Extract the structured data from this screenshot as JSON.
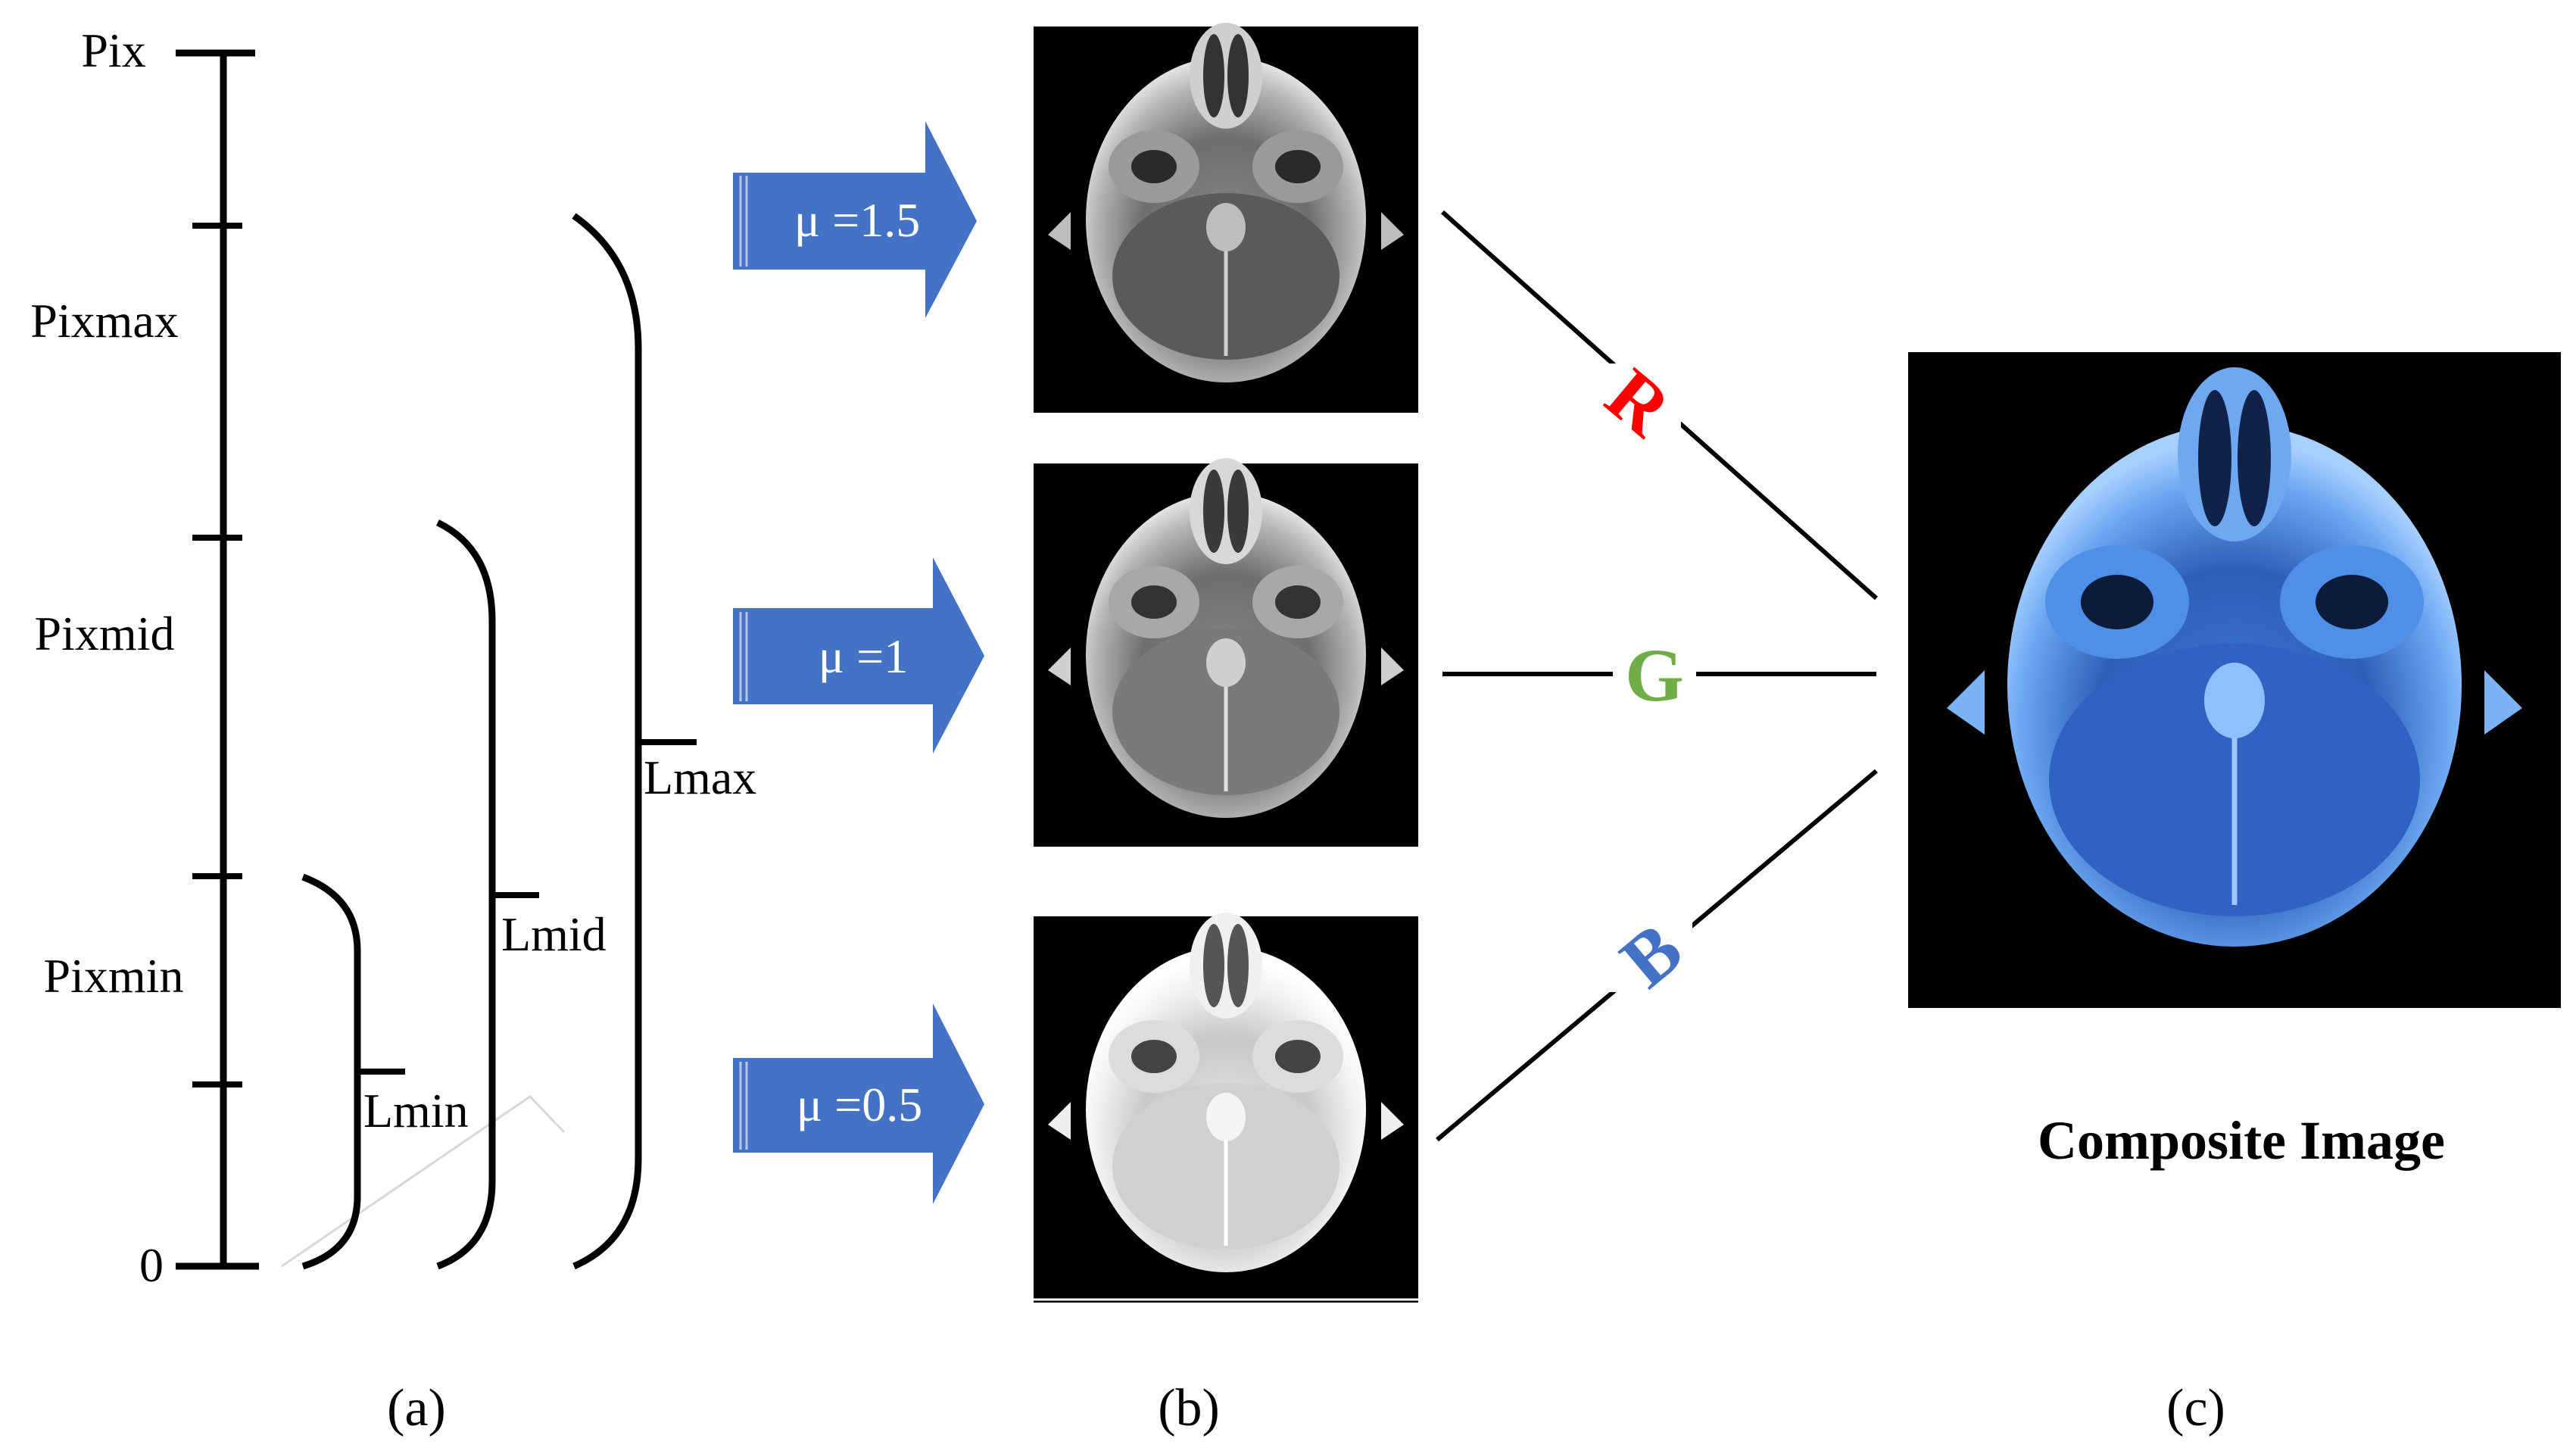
{
  "scale": {
    "top_label": "Pix",
    "bottom_label": "0",
    "segment_labels": [
      "Pixmax",
      "Pixmid",
      "Pixmin"
    ],
    "bracket_labels": [
      "Lmin",
      "Lmid",
      "Lmax"
    ]
  },
  "gamma_arrows": [
    {
      "label": "μ =1.5"
    },
    {
      "label": "μ =1"
    },
    {
      "label": "μ =0.5"
    }
  ],
  "channels": [
    {
      "letter": "R",
      "color": "#ff0000"
    },
    {
      "letter": "G",
      "color": "#70ad47"
    },
    {
      "letter": "B",
      "color": "#4472c4"
    }
  ],
  "composite": {
    "caption": "Composite Image",
    "tint": "#4f8fe8"
  },
  "panel_labels": [
    "(a)",
    "(b)",
    "(c)"
  ],
  "colors": {
    "arrow_fill": "#4472c4",
    "background": "#ffffff",
    "ink": "#000000"
  }
}
